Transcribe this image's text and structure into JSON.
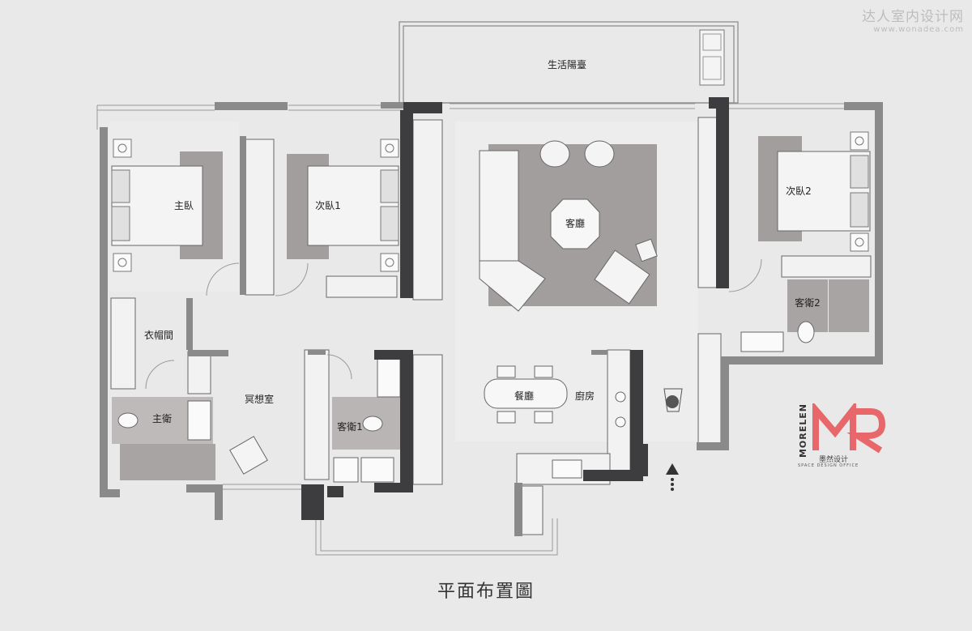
{
  "title": "平面布置圖",
  "watermark": {
    "name": "达人室内设计网",
    "url": "www.wonadea.com"
  },
  "logo": {
    "brand": "MORELEN",
    "chinese": "墨然设计",
    "tagline": "SPACE DESIGN OFFICE",
    "accent_color": "#e8676a"
  },
  "rooms": {
    "balcony": "生活陽臺",
    "master_bedroom": "主臥",
    "second_bedroom_1": "次臥1",
    "living_room": "客廳",
    "second_bedroom_2": "次臥2",
    "guest_bath_2": "客衛2",
    "walk_in_closet": "衣帽間",
    "meditation_room": "冥想室",
    "dining_room": "餐廳",
    "kitchen": "廚房",
    "master_bath": "主衛",
    "guest_bath_1": "客衛1"
  },
  "colors": {
    "wall_dark": "#3d3d3f",
    "wall_light": "#8a8a8a",
    "rug": "#a39e9e",
    "furniture": "#f2f2f2",
    "background": "#e9e9e9"
  }
}
